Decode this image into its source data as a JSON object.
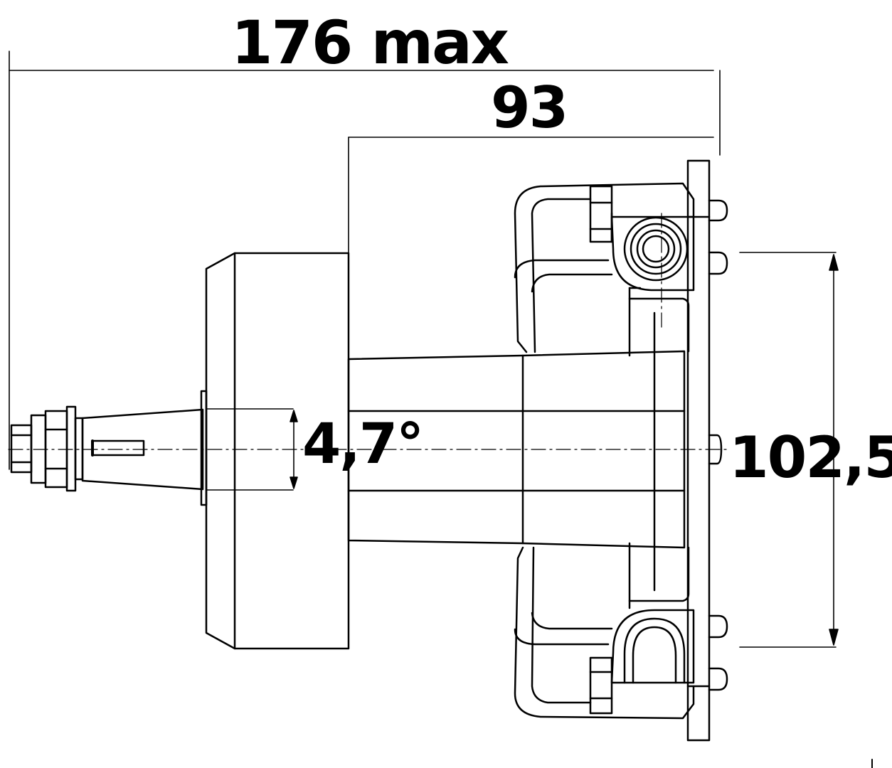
{
  "dimensions": {
    "overall_length": "176 max",
    "housing_depth": "93",
    "taper_angle": "4,7°",
    "mount_height": "102,5"
  }
}
